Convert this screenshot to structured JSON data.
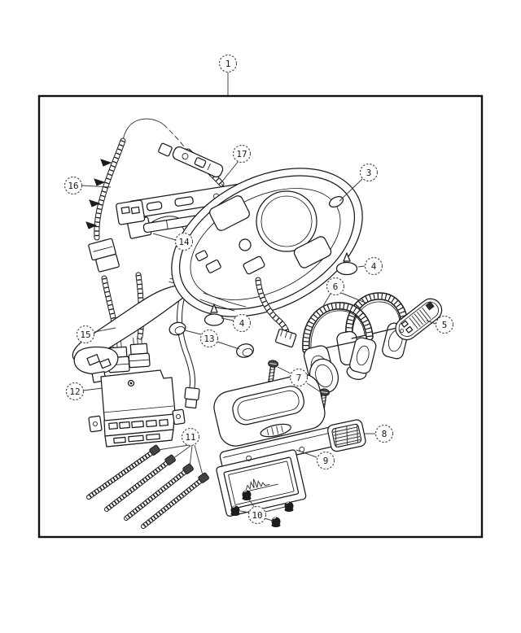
{
  "diagram": {
    "type": "exploded-parts-diagram",
    "subject": "overhead-video-entertainment-system",
    "callouts": [
      {
        "label": "1"
      },
      {
        "label": "17"
      },
      {
        "label": "3"
      },
      {
        "label": "16"
      },
      {
        "label": "14"
      },
      {
        "label": "4"
      },
      {
        "label": "6"
      },
      {
        "label": "5"
      },
      {
        "label": "4"
      },
      {
        "label": "15"
      },
      {
        "label": "13"
      },
      {
        "label": "7"
      },
      {
        "label": "12"
      },
      {
        "label": "8"
      },
      {
        "label": "11"
      },
      {
        "label": "9"
      },
      {
        "label": "10"
      }
    ],
    "colors": {
      "line": "#1a1a1a",
      "leader": "#3a3a3a",
      "background": "#ffffff",
      "dark_fill": "#1c1c1c"
    }
  }
}
